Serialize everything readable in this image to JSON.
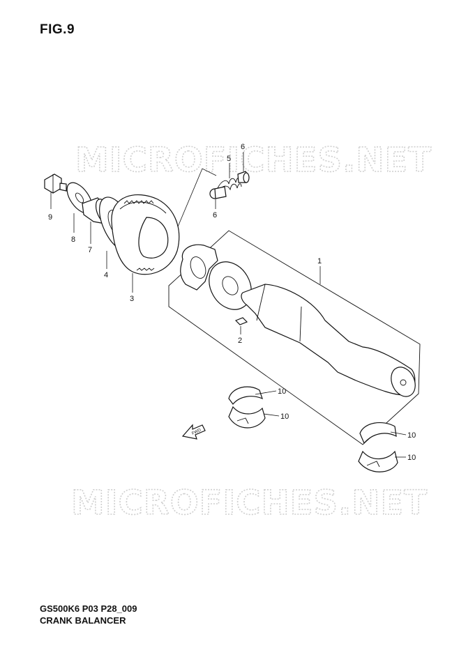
{
  "figure": {
    "title": "FIG.9",
    "code": "GS500K6 P03 P28_009",
    "subtitle": "CRANK BALANCER"
  },
  "watermark": {
    "text": "MICROFICHES.NET"
  },
  "direction_arrow": {
    "label": "FWD"
  },
  "callouts": {
    "c1": "1",
    "c2": "2",
    "c3": "3",
    "c4": "4",
    "c5": "5",
    "c6a": "6",
    "c6b": "6",
    "c7": "7",
    "c8": "8",
    "c9": "9",
    "c10a": "10",
    "c10b": "10",
    "c10c": "10",
    "c10d": "10"
  }
}
